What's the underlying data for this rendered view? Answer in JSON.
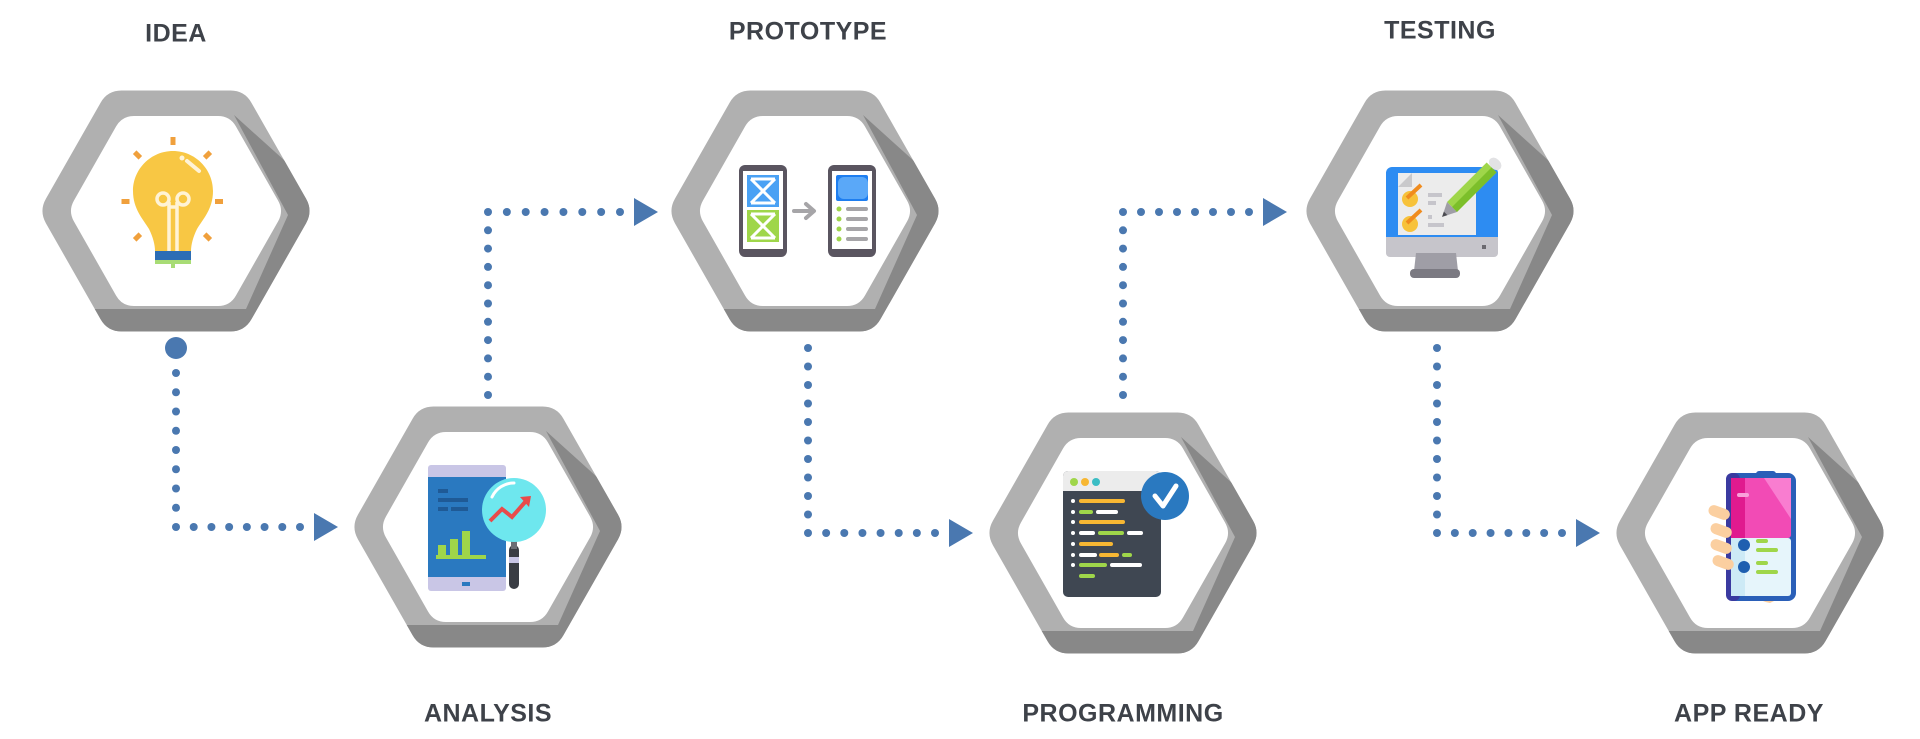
{
  "title": "App development process",
  "colors": {
    "connector": "#4a78b0",
    "hex_ring": "#b0b0b0",
    "hex_shadow": "#888888",
    "hex_inner": "#ffffff",
    "label": "#3e4249"
  },
  "steps": [
    {
      "id": "idea",
      "label": "IDEA",
      "icon": "lightbulb-icon",
      "row": "top"
    },
    {
      "id": "analysis",
      "label": "ANALYSIS",
      "icon": "analytics-tablet-icon",
      "row": "bottom"
    },
    {
      "id": "prototype",
      "label": "PROTOTYPE",
      "icon": "wireframe-prototype-icon",
      "row": "top"
    },
    {
      "id": "programming",
      "label": "PROGRAMMING",
      "icon": "code-window-check-icon",
      "row": "bottom"
    },
    {
      "id": "testing",
      "label": "TESTING",
      "icon": "monitor-checklist-icon",
      "row": "top"
    },
    {
      "id": "app_ready",
      "label": "APP READY",
      "icon": "phone-in-hand-icon",
      "row": "bottom"
    }
  ],
  "connectors": [
    {
      "from": "idea",
      "to": "analysis",
      "style": "dotted-arrow",
      "start_marker": "dot"
    },
    {
      "from": "analysis",
      "to": "prototype",
      "style": "dotted-arrow"
    },
    {
      "from": "prototype",
      "to": "programming",
      "style": "dotted-arrow"
    },
    {
      "from": "programming",
      "to": "testing",
      "style": "dotted-arrow"
    },
    {
      "from": "testing",
      "to": "app_ready",
      "style": "dotted-arrow"
    }
  ]
}
